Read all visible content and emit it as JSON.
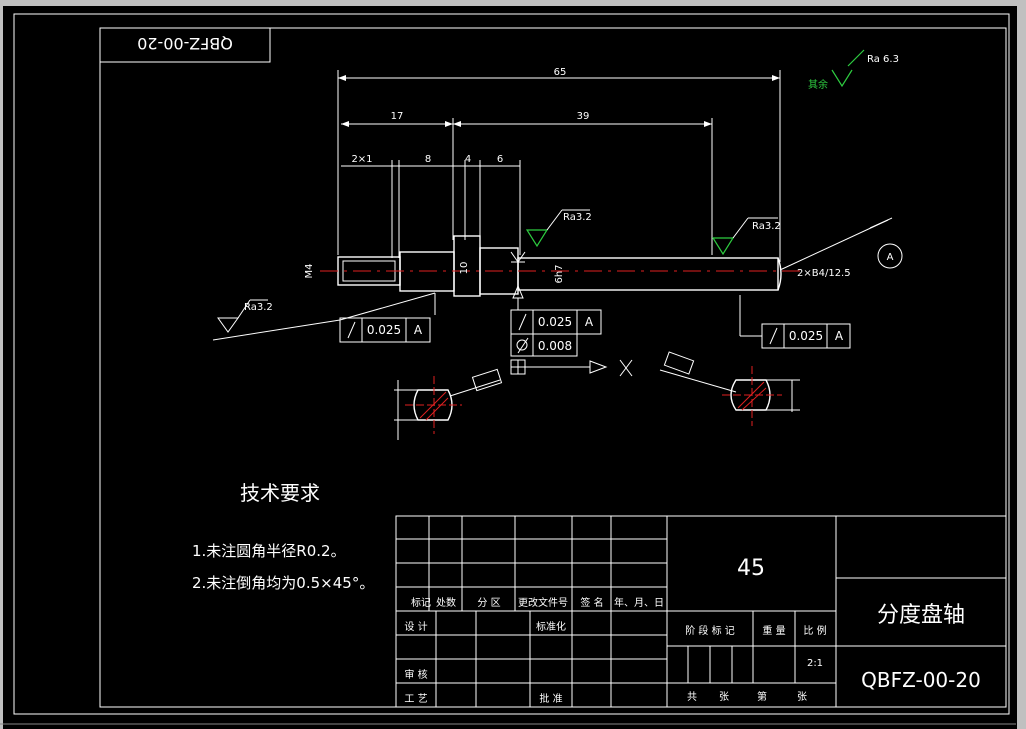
{
  "title_block_top": "QBFZ-00-20",
  "dimensions": {
    "overall": "65",
    "d17": "17",
    "d39": "39",
    "chamfer": "2×1",
    "d8": "8",
    "d4": "4",
    "d6": "6",
    "dia_m": "M4",
    "dia_10": "10",
    "dia_6": "6h7",
    "center_hole": "2×B4/12.5"
  },
  "roughness": {
    "rest": "其余",
    "rest_value": "Ra 6.3",
    "r1": "Ra3.2",
    "r2": "Ra3.2",
    "r3": "Ra3.2"
  },
  "tolerances": {
    "left": {
      "value": "0.025",
      "datum": "A"
    },
    "mid1": {
      "value": "0.025",
      "datum": "A"
    },
    "mid2": {
      "value": "0.008"
    },
    "right": {
      "value": "0.025",
      "datum": "A"
    }
  },
  "datum_label": "A",
  "view_marker": "X",
  "tech_req": {
    "title": "技术要求",
    "line1": "1.未注圆角半径R0.2。",
    "line2": "2.未注倒角均为0.5×45°。"
  },
  "title_block": {
    "material": "45",
    "part_name": "分度盘轴",
    "drawing_no": "QBFZ-00-20",
    "scale": "2:1",
    "h_mark": "标记",
    "h_count": "处数",
    "h_zone": "分 区",
    "h_change": "更改文件号",
    "h_sign": "签 名",
    "h_date": "年、月、日",
    "design": "设 计",
    "standard": "标准化",
    "stage": "阶 段 标 记",
    "weight": "重 量",
    "ratio": "比 例",
    "review": "审 核",
    "process": "工 艺",
    "approve": "批 准",
    "total": "共",
    "sheets": "张",
    "page": "第",
    "sheet2": "张"
  }
}
